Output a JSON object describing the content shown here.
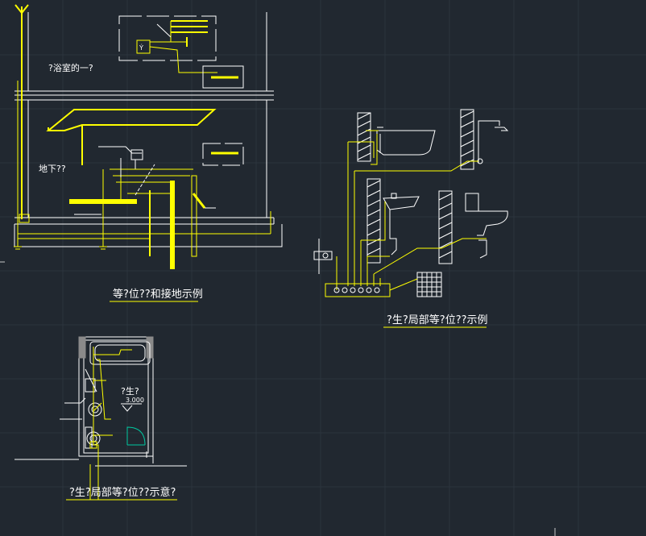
{
  "drawing": {
    "background_color": "#212830",
    "line_color": "#ffffff",
    "highlight_color": "#ffff00",
    "fixture_color": "#00c8a0"
  },
  "labels": {
    "bathroom_one": "?浴室的一?",
    "underground": "地下??",
    "example_equipotential": "等?位??和接地示例",
    "example_local_equipotential": "?生?局部等?位??示例",
    "schematic_local_equipotential": "?生?局部等?位??示意?",
    "health_room": "?生?",
    "elevation": "3.000"
  }
}
